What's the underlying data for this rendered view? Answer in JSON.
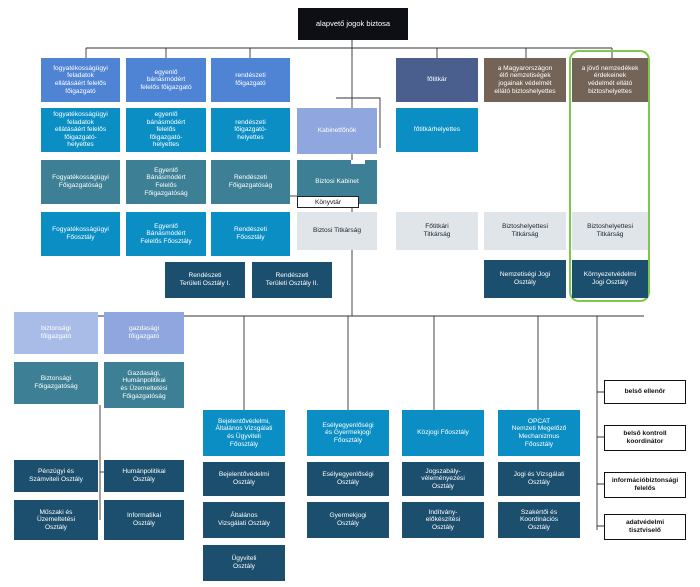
{
  "top": "alapvető jogok biztosa",
  "col1": {
    "head": "fogyatékosságügyi\nfeladatok\nellátásáért felelős\nfőigazgató",
    "deputy": "fogyatékosságügyi\nfeladatok\nellátásáért felelős\nfőigazgató-\nhelyettes",
    "dir": "Fogyatékosságügyi\nFőigazgatóság",
    "dept": "Fogyatékosságügyi\nFőosztály"
  },
  "col2": {
    "head": "egyenlő\nbánásmódért\nfelelős főigazgató",
    "deputy": "egyenlő\nbánásmódért\nfelelős\nfőigazgató-\nhelyettes",
    "dir": "Egyenlő\nBánásmódért\nFelelős\nFőigazgatóság",
    "dept": "Egyenlő\nBánásmódért\nFelelős Főosztály"
  },
  "col3": {
    "head": "rendészeti\nfőigazgató",
    "deputy": "rendészeti\nfőigazgató-\nhelyettes",
    "dir": "Rendészeti\nFőigazgatóság",
    "dept": "Rendészeti\nFőosztály",
    "sub1": "Rendészeti\nTerületi Osztály I.",
    "sub2": "Rendészeti\nTerületi Osztály II."
  },
  "kab": {
    "head": "Kabinetfőnök",
    "cabinet": "Biztosi Kabinet",
    "library": "Könyvtár",
    "secretariat": "Biztosi Titkárság"
  },
  "foti": {
    "head": "főtitkár",
    "deputy": "főtitkárhelyettes",
    "secretariat": "Főtitkári\nTitkárság"
  },
  "nemz": {
    "head": "a Magyarországon\nélő nemzetiségek\njogainak védelmét\nellátó biztoshelyettes",
    "secretariat": "Biztoshelyettesi\nTitkárság",
    "dept": "Nemzetiségi Jogi\nOsztály"
  },
  "jovo": {
    "head": "a jövő nemzedékek\nérdekeinek\nvédelmét ellátó\nbiztoshelyettes",
    "secretariat": "Biztoshelyettesi\nTitkárság",
    "dept": "Környezetvédelmi\nJogi Osztály"
  },
  "bizt": {
    "head": "biztonsági\nfőigazgató",
    "dir": "Biztonsági\nFőigazgatóság"
  },
  "gazd": {
    "head": "gazdasági\nfőigazgató",
    "dir": "Gazdasági,\nHumánpolitikai\nés Üzemeltetési\nFőigazgatóság",
    "d1": "Pénzügyi és\nSzámviteli Osztály",
    "d2": "Humánpolitikai\nOsztály",
    "d3": "Műszaki és\nÜzemeltetési\nOsztály",
    "d4": "Informatikai\nOsztály"
  },
  "bej": {
    "head": "Bejelentővédelmi,\nÁltalános Vizsgálati\nés Ügyviteli\nFőosztály",
    "d1": "Bejelentővédelmi\nOsztály",
    "d2": "Általános\nVizsgálati Osztály",
    "d3": "Ügyviteli\nOsztály"
  },
  "esely": {
    "head": "Esélyegyenlőségi\nés Gyermekjogi\nFőosztály",
    "d1": "Esélyegyenlőségi\nOsztály",
    "d2": "Gyermekjogi\nOsztály"
  },
  "kozjogi": {
    "head": "Közjogi Főosztály",
    "d1": "Jogszabály-\nvéleményezési\nOsztály",
    "d2": "Indítvány-\nelőkészítési\nOsztály"
  },
  "opcat": {
    "head": "OPCAT\nNemzeti Megelőző\nMechanizmus\nFőosztály",
    "d1": "Jogi és Vizsgálati\nOsztály",
    "d2": "Szakértői és\nKoordinációs\nOsztály"
  },
  "staff": {
    "s1": "belső ellenőr",
    "s2": "belső kontroll\nkoordinátor",
    "s3": "információbiztonsági\nfelelős",
    "s4": "adatvédelmi\ntisztviselő"
  },
  "colors": {
    "dark": "#1c4e6d",
    "teal": "#3d7f94",
    "cyan": "#0b8ec4",
    "blue": "#4f83d4",
    "lavender": "#8fa7de",
    "slate": "#4a5f8e",
    "brown": "#736457",
    "light": "#e0e5ea",
    "highlight": "#7cc94e",
    "top": "#0e0f15"
  }
}
